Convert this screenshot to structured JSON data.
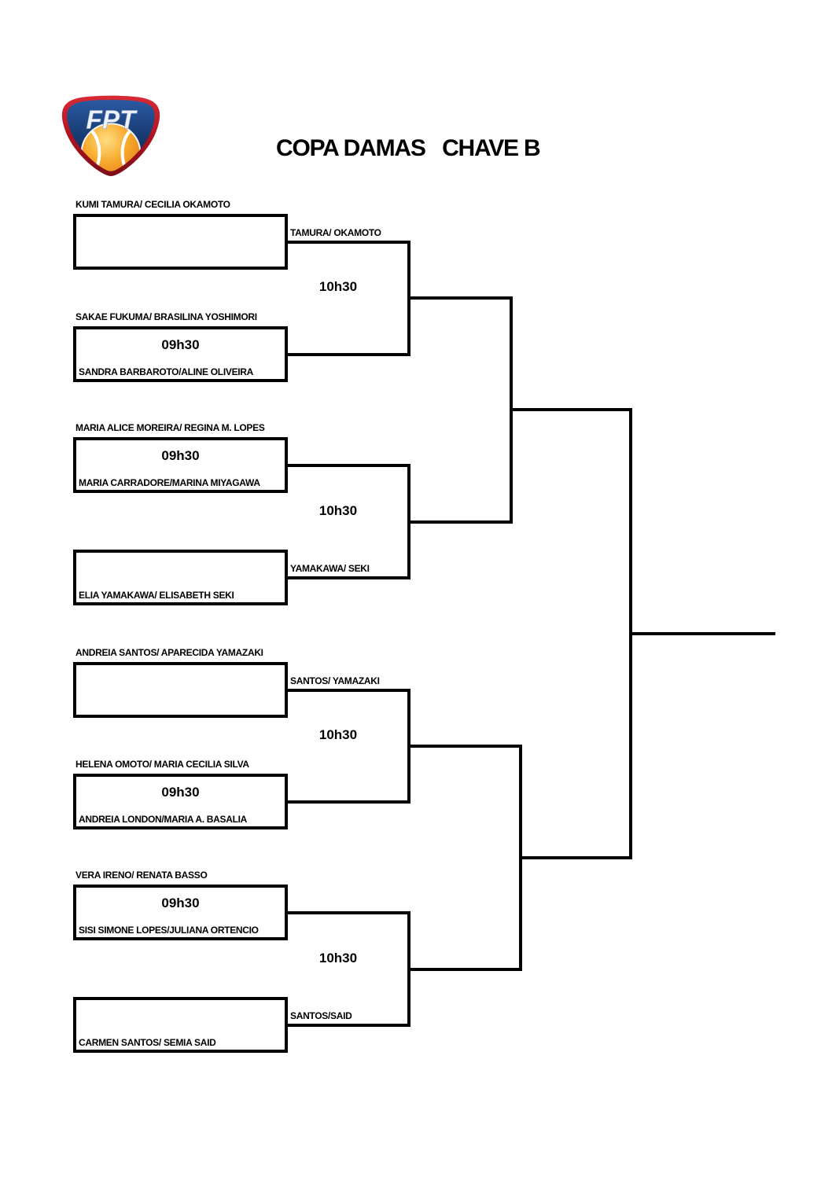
{
  "title": "COPA DAMAS   CHAVE B",
  "logo": {
    "acronym": "FPT",
    "border_color": "#b01420",
    "shield_color": "#16386e",
    "ball_color": "#f5a11e"
  },
  "bracket": {
    "slots": [
      {
        "label_above": "KUMI TAMURA/ CECILIA OKAMOTO"
      },
      {
        "label_above": "SAKAE FUKUMA/ BRASILINA YOSHIMORI",
        "time": "09h30",
        "label_inside": "SANDRA BARBAROTO/ALINE OLIVEIRA"
      },
      {
        "label_above": "MARIA ALICE MOREIRA/ REGINA M. LOPES",
        "time": "09h30",
        "label_inside": "MARIA CARRADORE/MARINA MIYAGAWA"
      },
      {
        "label_inside": "ELIA YAMAKAWA/ ELISABETH SEKI"
      },
      {
        "label_above": "ANDREIA SANTOS/ APARECIDA YAMAZAKI"
      },
      {
        "label_above": "HELENA OMOTO/ MARIA CECILIA SILVA",
        "time": "09h30",
        "label_inside": "ANDREIA LONDON/MARIA A. BASALIA"
      },
      {
        "label_above": "VERA IRENO/ RENATA BASSO",
        "time": "09h30",
        "label_inside": "SISI SIMONE LOPES/JULIANA ORTENCIO"
      },
      {
        "label_inside": "CARMEN SANTOS/ SEMIA SAID"
      }
    ],
    "round2": [
      {
        "advancing": "TAMURA/ OKAMOTO",
        "time": "10h30"
      },
      {
        "advancing": "YAMAKAWA/ SEKI",
        "time": "10h30"
      },
      {
        "advancing": "SANTOS/ YAMAZAKI",
        "time": "10h30"
      },
      {
        "advancing": "SANTOS/SAID",
        "time": "10h30"
      }
    ]
  }
}
